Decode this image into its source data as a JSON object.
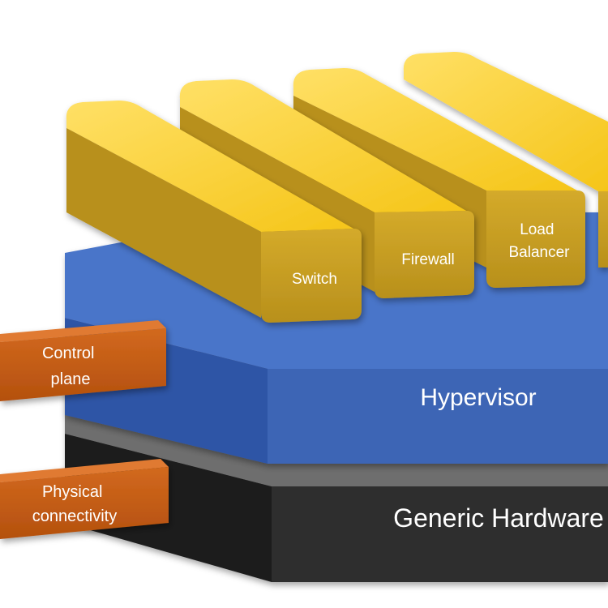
{
  "layers": {
    "hardware": {
      "label": "Generic Hardware",
      "color": "#2b2b2b"
    },
    "hypervisor": {
      "label": "Hypervisor",
      "color": "#4472c4"
    }
  },
  "functions": [
    {
      "lines": [
        "Switch"
      ]
    },
    {
      "lines": [
        "Firewall"
      ]
    },
    {
      "lines": [
        "Load",
        "Balancer"
      ]
    },
    {
      "lines": []
    }
  ],
  "side_bars": [
    {
      "lines": [
        "Control",
        "plane"
      ]
    },
    {
      "lines": [
        "Physical",
        "connectivity"
      ]
    }
  ],
  "colors": {
    "function_top": "#ffd633",
    "function_front": "#c9a227",
    "side_bar": "#c55a11"
  }
}
